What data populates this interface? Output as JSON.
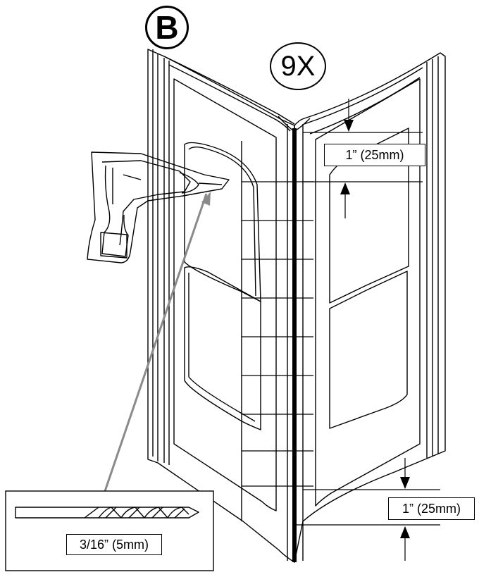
{
  "step_letter": "B",
  "quantity": "9X",
  "dimension_top": "1” (25mm)",
  "dimension_bottom": "1” (25mm)",
  "drill_bit_size": "3/16” (5mm)"
}
